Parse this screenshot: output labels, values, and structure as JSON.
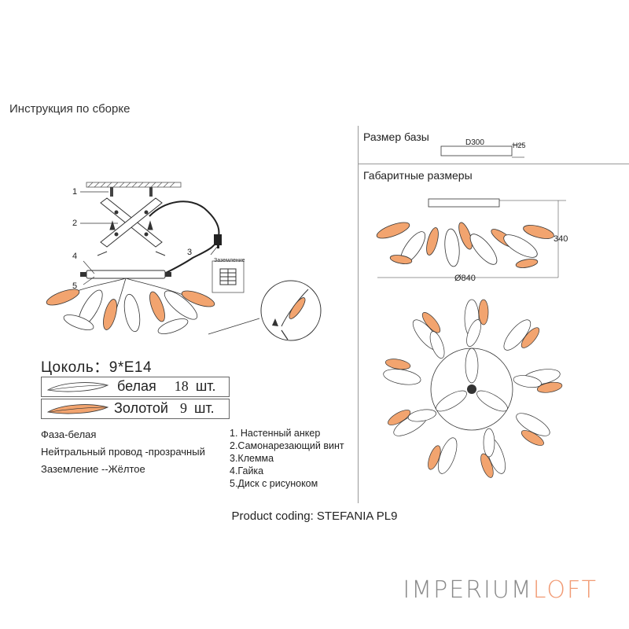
{
  "header": {
    "title": "Инструкция по сборке"
  },
  "base_size": {
    "label": "Размер базы",
    "diameter": "D300",
    "height": "H25"
  },
  "overall_size": {
    "label": "Габаритные размеры",
    "height": "340",
    "diameter": "Ø840"
  },
  "socle": {
    "label": "Цоколь：9*E14"
  },
  "leaf_types": [
    {
      "name": "белая",
      "count": "18",
      "unit": "шт."
    },
    {
      "name": "Золотой",
      "count": "9",
      "unit": "шт."
    }
  ],
  "wiring_notes": [
    "Фаза-белая",
    "Нейтральный провод -прозрачный",
    "Заземление --Жёлтое"
  ],
  "parts_legend": [
    "1. Настенный анкер",
    "2.Самонарезающий винт",
    "3.Клемма",
    "4.Гайка",
    "5.Диск с рисунoком"
  ],
  "callouts": [
    "1",
    "2",
    "3",
    "4",
    "5"
  ],
  "terminal_label": "Заземление",
  "product_coding": "Product coding: STEFANIA PL9",
  "brand": {
    "part1": "IMPERIUM",
    "part2": "LOFT"
  },
  "colors": {
    "leaf_orange": "#f2a46f",
    "leaf_outline": "#333333",
    "brand_grey": "#8a8a8a",
    "brand_accent": "#f19b75"
  }
}
